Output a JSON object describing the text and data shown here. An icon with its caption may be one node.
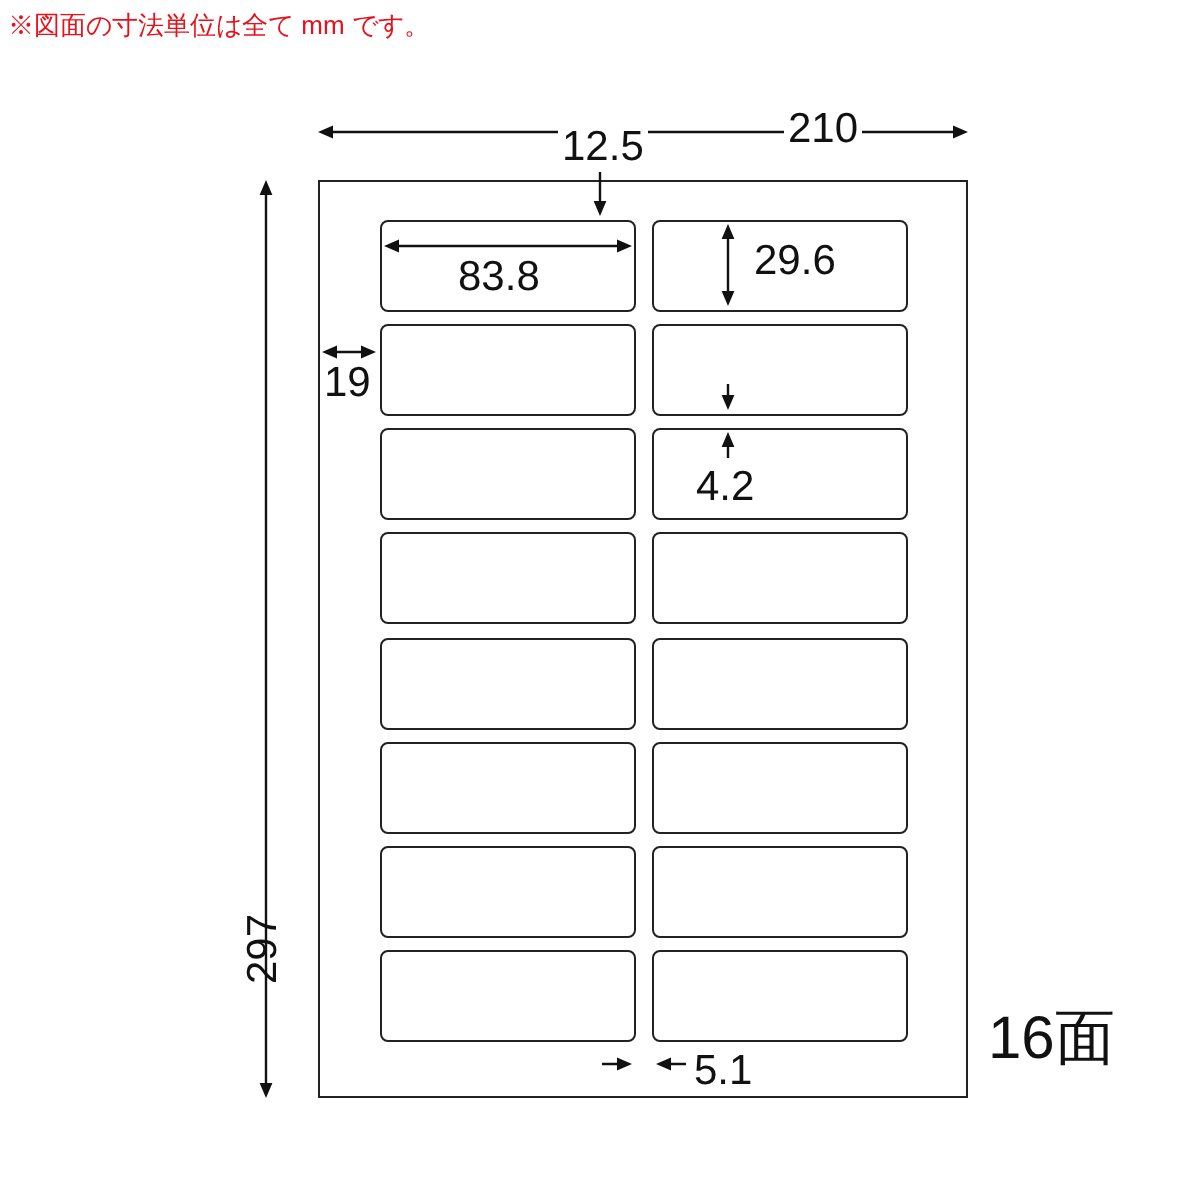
{
  "diagram": {
    "title": "※図面の寸法単位は全て mm です。",
    "nodes": [
      {
        "text": [],
        "shape": "box"
      },
      {
        "text": [],
        "shape": "box",
        "in": 0
      },
      {
        "text": [],
        "shape": "box",
        "in": 0
      },
      {
        "text": [],
        "shape": "box",
        "in": 0
      },
      {
        "text": [],
        "shape": "box",
        "in": 0
      },
      {
        "text": [],
        "shape": "box",
        "in": 0
      },
      {
        "text": [],
        "shape": "box",
        "in": 0
      },
      {
        "text": [],
        "shape": "box",
        "in": 0
      },
      {
        "text": [],
        "shape": "box",
        "in": 0
      },
      {
        "text": [],
        "shape": "box",
        "in": 0
      },
      {
        "text": [],
        "shape": "box",
        "in": 0
      },
      {
        "text": [],
        "shape": "box",
        "in": 0
      },
      {
        "text": [],
        "shape": "box",
        "in": 0
      },
      {
        "text": [],
        "shape": "box",
        "in": 0
      },
      {
        "text": [],
        "shape": "box",
        "in": 0
      },
      {
        "text": [],
        "shape": "box",
        "in": 0
      },
      {
        "text": [],
        "shape": "box",
        "in": 0
      }
    ],
    "edges": [],
    "labels": [
      "210",
      "12.5",
      "83.8",
      "29.6",
      "19",
      "4.2",
      "297",
      "16面",
      "5.1"
    ]
  }
}
